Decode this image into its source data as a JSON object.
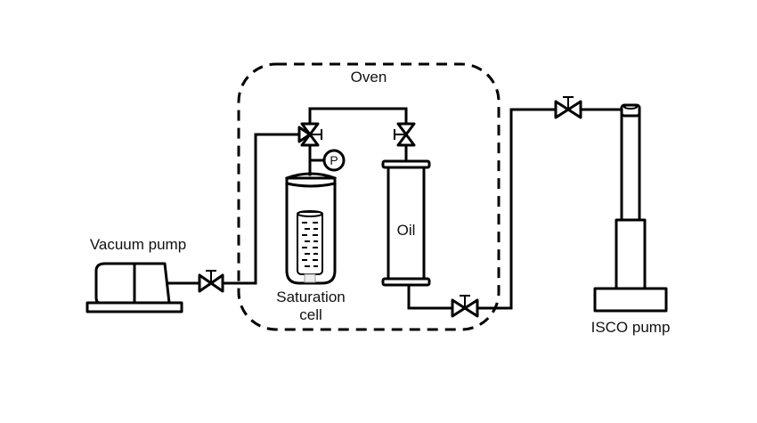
{
  "diagram": {
    "type": "process-flow-schematic",
    "labels": {
      "oven": "Oven",
      "vacuum_pump": "Vacuum pump",
      "saturation_cell_line1": "Saturation",
      "saturation_cell_line2": "cell",
      "oil": "Oil",
      "isco_pump": "ISCO pump",
      "pressure_gauge": "P"
    },
    "components": [
      {
        "id": "vacuum-pump",
        "label": "Vacuum pump",
        "kind": "pump"
      },
      {
        "id": "valve-vacuum",
        "label": "",
        "kind": "two-way-valve"
      },
      {
        "id": "oven",
        "label": "Oven",
        "kind": "enclosure-dashed"
      },
      {
        "id": "three-way-valve",
        "label": "",
        "kind": "three-way-valve"
      },
      {
        "id": "pressure-gauge",
        "label": "P",
        "kind": "gauge"
      },
      {
        "id": "saturation-cell",
        "label": "Saturation cell",
        "kind": "vessel"
      },
      {
        "id": "valve-oil-top",
        "label": "",
        "kind": "two-way-valve"
      },
      {
        "id": "oil-cylinder",
        "label": "Oil",
        "kind": "cylinder"
      },
      {
        "id": "valve-oil-outlet",
        "label": "",
        "kind": "two-way-valve"
      },
      {
        "id": "valve-isco",
        "label": "",
        "kind": "two-way-valve"
      },
      {
        "id": "isco-pump",
        "label": "ISCO pump",
        "kind": "syringe-pump"
      }
    ],
    "connections": [
      {
        "from": "vacuum-pump",
        "to": "valve-vacuum"
      },
      {
        "from": "valve-vacuum",
        "to": "three-way-valve"
      },
      {
        "from": "three-way-valve",
        "to": "saturation-cell"
      },
      {
        "from": "three-way-valve",
        "to": "valve-oil-top"
      },
      {
        "from": "valve-oil-top",
        "to": "oil-cylinder"
      },
      {
        "from": "oil-cylinder",
        "to": "valve-oil-outlet"
      },
      {
        "from": "valve-oil-outlet",
        "to": "valve-isco"
      },
      {
        "from": "valve-isco",
        "to": "isco-pump"
      }
    ]
  }
}
